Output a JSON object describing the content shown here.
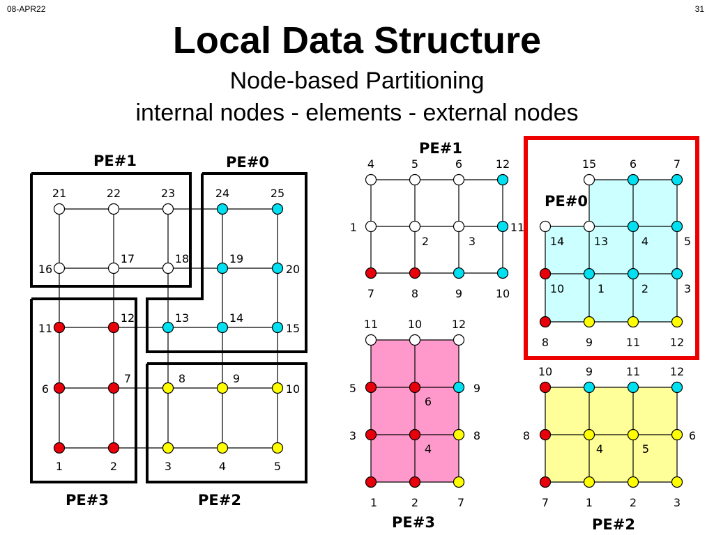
{
  "slide": {
    "date": "08-APR22",
    "page_number": "31",
    "title": "Local Data Structure",
    "subtitle1": "Node-based Partitioning",
    "subtitle2": "internal nodes - elements - external nodes"
  },
  "colors": {
    "red": "#e8000b",
    "cyan": "#00e0f0",
    "yellow": "#ffff00",
    "white": "#ffffff",
    "pink": "#ff99cc",
    "lightcyan": "#ccffff",
    "lightyellow": "#ffff99",
    "highlight": "#ee0000"
  },
  "global_mesh": {
    "labels": {
      "pe1": "PE#1",
      "pe0": "PE#0",
      "pe3": "PE#3",
      "pe2": "PE#2"
    },
    "rows": [
      [
        {
          "id": "21",
          "c": "white"
        },
        {
          "id": "22",
          "c": "white"
        },
        {
          "id": "23",
          "c": "white"
        },
        {
          "id": "24",
          "c": "cyan"
        },
        {
          "id": "25",
          "c": "cyan"
        }
      ],
      [
        {
          "id": "16",
          "c": "white"
        },
        {
          "id": "17",
          "c": "white"
        },
        {
          "id": "18",
          "c": "white"
        },
        {
          "id": "19",
          "c": "cyan"
        },
        {
          "id": "20",
          "c": "cyan"
        }
      ],
      [
        {
          "id": "11",
          "c": "red"
        },
        {
          "id": "12",
          "c": "red"
        },
        {
          "id": "13",
          "c": "cyan"
        },
        {
          "id": "14",
          "c": "cyan"
        },
        {
          "id": "15",
          "c": "cyan"
        }
      ],
      [
        {
          "id": "6",
          "c": "red"
        },
        {
          "id": "7",
          "c": "red"
        },
        {
          "id": "8",
          "c": "yellow"
        },
        {
          "id": "9",
          "c": "yellow"
        },
        {
          "id": "10",
          "c": "yellow"
        }
      ],
      [
        {
          "id": "1",
          "c": "red"
        },
        {
          "id": "2",
          "c": "red"
        },
        {
          "id": "3",
          "c": "yellow"
        },
        {
          "id": "4",
          "c": "yellow"
        },
        {
          "id": "5",
          "c": "yellow"
        }
      ]
    ]
  },
  "local_pe1": {
    "label": "PE#1",
    "nodes": [
      {
        "id": "4",
        "c": "white"
      },
      {
        "id": "5",
        "c": "white"
      },
      {
        "id": "6",
        "c": "white"
      },
      {
        "id": "12",
        "c": "cyan"
      },
      {
        "id": "1",
        "c": "white"
      },
      {
        "id": "",
        "c": "white"
      },
      {
        "id": "",
        "c": "white"
      },
      {
        "id": "11",
        "c": "cyan"
      },
      {
        "id": "7",
        "c": "red"
      },
      {
        "id": "8",
        "c": "red"
      },
      {
        "id": "9",
        "c": "cyan"
      },
      {
        "id": "10",
        "c": "cyan"
      }
    ],
    "elements": [
      "2",
      "3"
    ]
  },
  "local_pe0": {
    "label": "PE#0",
    "nodes": [
      {
        "id": "15",
        "c": "white"
      },
      {
        "id": "6",
        "c": "cyan"
      },
      {
        "id": "7",
        "c": "cyan"
      },
      {
        "id": "14",
        "c": "white"
      },
      {
        "id": "13",
        "c": "white"
      },
      {
        "id": "4",
        "c": "cyan"
      },
      {
        "id": "5",
        "c": "cyan"
      },
      {
        "id": "10",
        "c": "red"
      },
      {
        "id": "1",
        "c": "cyan"
      },
      {
        "id": "2",
        "c": "cyan"
      },
      {
        "id": "3",
        "c": "cyan"
      },
      {
        "id": "8",
        "c": "red"
      },
      {
        "id": "9",
        "c": "yellow"
      },
      {
        "id": "11",
        "c": "yellow"
      },
      {
        "id": "12",
        "c": "yellow"
      }
    ]
  },
  "local_pe3": {
    "label": "PE#3",
    "nodes": [
      {
        "id": "11",
        "c": "white"
      },
      {
        "id": "10",
        "c": "white"
      },
      {
        "id": "12",
        "c": "white"
      },
      {
        "id": "5",
        "c": "red"
      },
      {
        "id": "",
        "c": "red"
      },
      {
        "id": "9",
        "c": "cyan"
      },
      {
        "id": "3",
        "c": "red"
      },
      {
        "id": "",
        "c": "red"
      },
      {
        "id": "8",
        "c": "yellow"
      },
      {
        "id": "1",
        "c": "red"
      },
      {
        "id": "2",
        "c": "red"
      },
      {
        "id": "7",
        "c": "yellow"
      }
    ],
    "elements": [
      "6",
      "4"
    ]
  },
  "local_pe2": {
    "label": "PE#2",
    "nodes": [
      {
        "id": "10",
        "c": "red"
      },
      {
        "id": "9",
        "c": "cyan"
      },
      {
        "id": "11",
        "c": "cyan"
      },
      {
        "id": "12",
        "c": "cyan"
      },
      {
        "id": "8",
        "c": "red"
      },
      {
        "id": "",
        "c": "yellow"
      },
      {
        "id": "",
        "c": "yellow"
      },
      {
        "id": "6",
        "c": "yellow"
      },
      {
        "id": "7",
        "c": "red"
      },
      {
        "id": "1",
        "c": "yellow"
      },
      {
        "id": "2",
        "c": "yellow"
      },
      {
        "id": "3",
        "c": "yellow"
      }
    ],
    "elements": [
      "4",
      "5"
    ]
  }
}
